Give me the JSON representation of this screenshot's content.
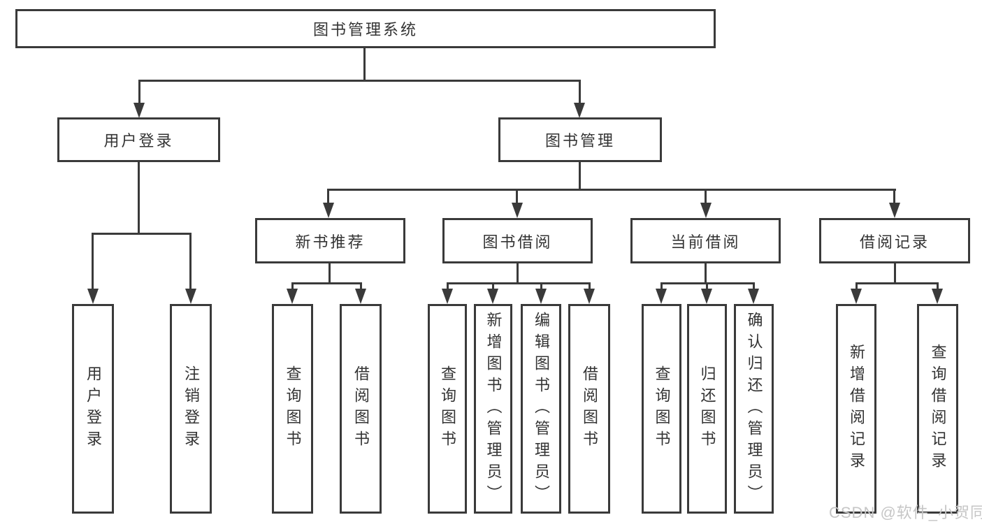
{
  "diagram": {
    "root_label": "图书管理系统",
    "level2": [
      "用户登录",
      "图书管理"
    ],
    "level3": [
      "新书推荐",
      "图书借阅",
      "当前借阅",
      "借阅记录"
    ],
    "leaves": {
      "login_group": [
        "用户登录",
        "注销登录"
      ],
      "new_book_group": [
        "查询图书",
        "借阅图书"
      ],
      "book_borrow_group": [
        "查询图书",
        "新增图书（管理员）",
        "编辑图书（管理员）",
        "借阅图书"
      ],
      "current_borrow_group": [
        "查询图书",
        "归还图书",
        "确认归还（管理员）"
      ],
      "borrow_record_group": [
        "新增借阅记录",
        "查询借阅记录"
      ]
    },
    "line_color": "#3a3a3a",
    "text_color": "#333333",
    "box_background": "#ffffff"
  },
  "watermark": {
    "text": "CSDN @软件_小贺同学",
    "color": "#c6c6c6"
  }
}
